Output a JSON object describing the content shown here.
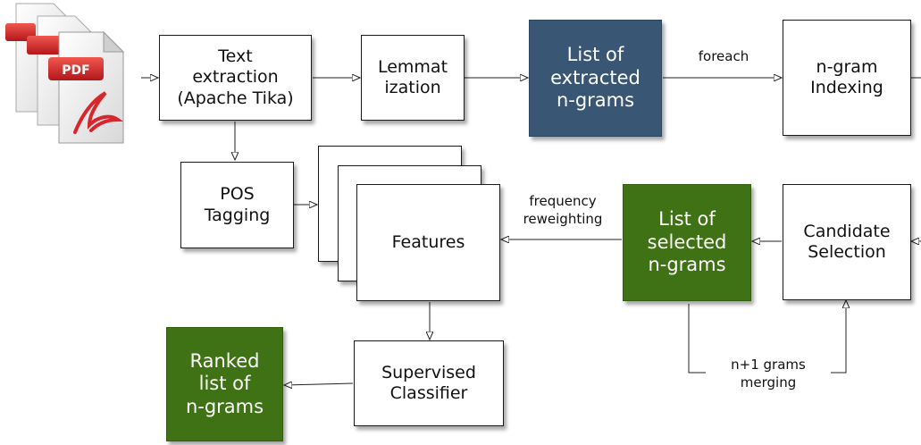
{
  "nodes": {
    "text_extraction": "Text\nextraction\n(Apache Tika)",
    "lemmatization": "Lemmat\nization",
    "list_extracted": "List of\nextracted\nn-grams",
    "ngram_indexing": "n-gram\nIndexing",
    "pos_tagging": "POS\nTagging",
    "features": "Features",
    "list_selected": "List of\nselected\nn-grams",
    "candidate_selection": "Candidate\nSelection",
    "supervised_classifier": "Supervised\nClassifier",
    "ranked_list": "Ranked\nlist of\nn-grams"
  },
  "edge_labels": {
    "foreach": "foreach",
    "frequency_reweighting": "frequency\nreweighting",
    "merging": "n+1 grams\nmerging"
  },
  "pdf_icon": {
    "label": "PDF",
    "icon": "pdf-document-icon"
  },
  "colors": {
    "blue": "#3a5675",
    "green": "#3f7214",
    "pdf_red": "#d8262c"
  }
}
